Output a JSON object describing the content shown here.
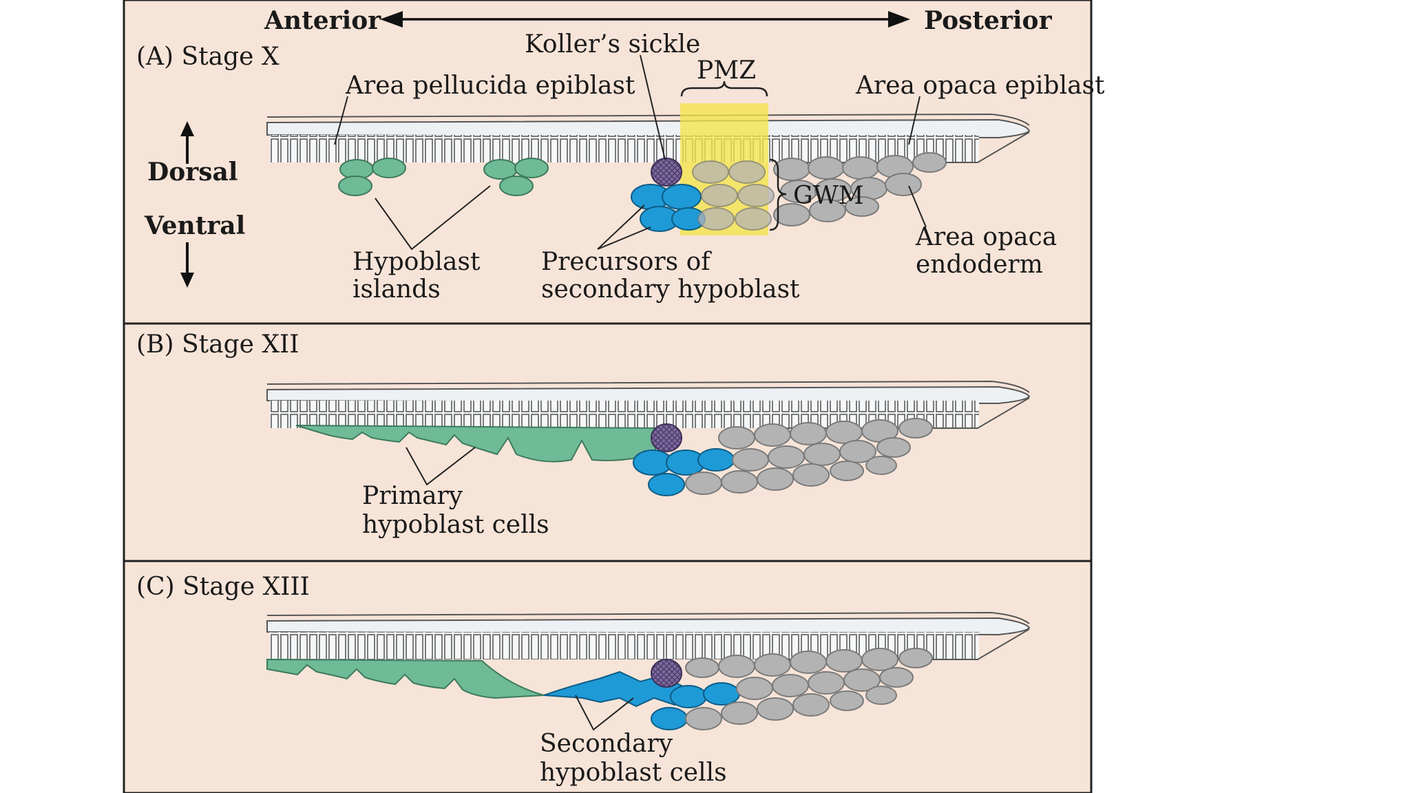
{
  "axis": {
    "anterior": "Anterior",
    "posterior": "Posterior",
    "dorsal": "Dorsal",
    "ventral": "Ventral"
  },
  "panels": [
    {
      "id": "A",
      "title": "(A)  Stage X",
      "labels": {
        "kollers_sickle": "Koller’s sickle",
        "pmz": "PMZ",
        "area_pellucida_epiblast": "Area pellucida epiblast",
        "area_opaca_epiblast": "Area opaca epiblast",
        "gwm": "GWM",
        "hypoblast_islands_1": "Hypoblast",
        "hypoblast_islands_2": "islands",
        "precursors_1": "Precursors of",
        "precursors_2": "secondary hypoblast",
        "area_opaca_endoderm_1": "Area opaca",
        "area_opaca_endoderm_2": "endoderm"
      }
    },
    {
      "id": "B",
      "title": "(B)  Stage XII",
      "labels": {
        "primary_1": "Primary",
        "primary_2": "hypoblast cells"
      }
    },
    {
      "id": "C",
      "title": "(C)  Stage XIII",
      "labels": {
        "secondary_1": "Secondary",
        "secondary_2": "hypoblast cells"
      }
    }
  ],
  "colors": {
    "background": "#f7e4d8",
    "hypoblast_green": "#6fba97",
    "secondary_blue": "#1e9ad6",
    "koller_purple": "#7d6aa0",
    "pmz_yellow": "#f3e44a",
    "endoderm_gray": "#b3b3b3",
    "epiblast_light": "#eef1f4"
  }
}
